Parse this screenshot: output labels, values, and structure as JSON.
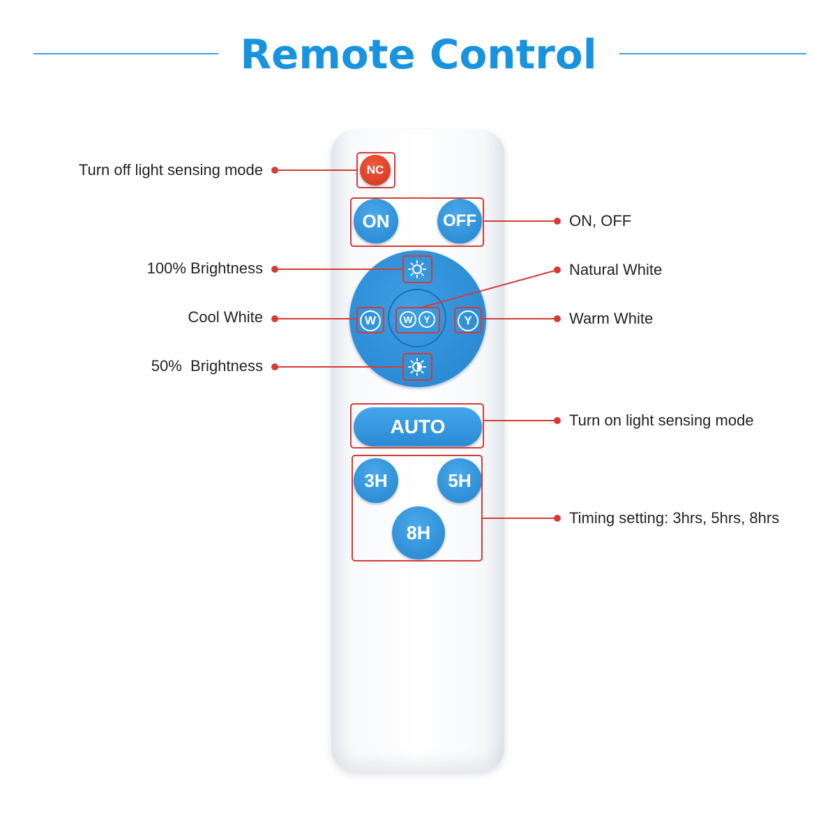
{
  "title": "Remote Control",
  "colors": {
    "title": "#1793df",
    "button_blue": "#2f8fd6",
    "button_red": "#d83a22",
    "callout": "#d43b35",
    "remote_body": "#f4f6f8"
  },
  "remote": {
    "nc_button": "NC",
    "on_button": "ON",
    "off_button": "OFF",
    "cool_white_button": "W",
    "warm_white_button": "Y",
    "natural_white_w": "W",
    "natural_white_y": "Y",
    "brightness_100_icon": "sun-icon",
    "brightness_50_icon": "half-sun-icon",
    "auto_button": "AUTO",
    "timer_3h_button": "3H",
    "timer_5h_button": "5H",
    "timer_8h_button": "8H"
  },
  "callouts": {
    "nc": "Turn off light sensing mode",
    "brightness_100": "100% Brightness",
    "cool_white": "Cool White",
    "brightness_50": "50%  Brightness",
    "on_off": "ON, OFF",
    "natural_white": "Natural White",
    "warm_white": "Warm White",
    "auto": "Turn on light sensing mode",
    "timing": "Timing setting: 3hrs, 5hrs, 8hrs"
  }
}
